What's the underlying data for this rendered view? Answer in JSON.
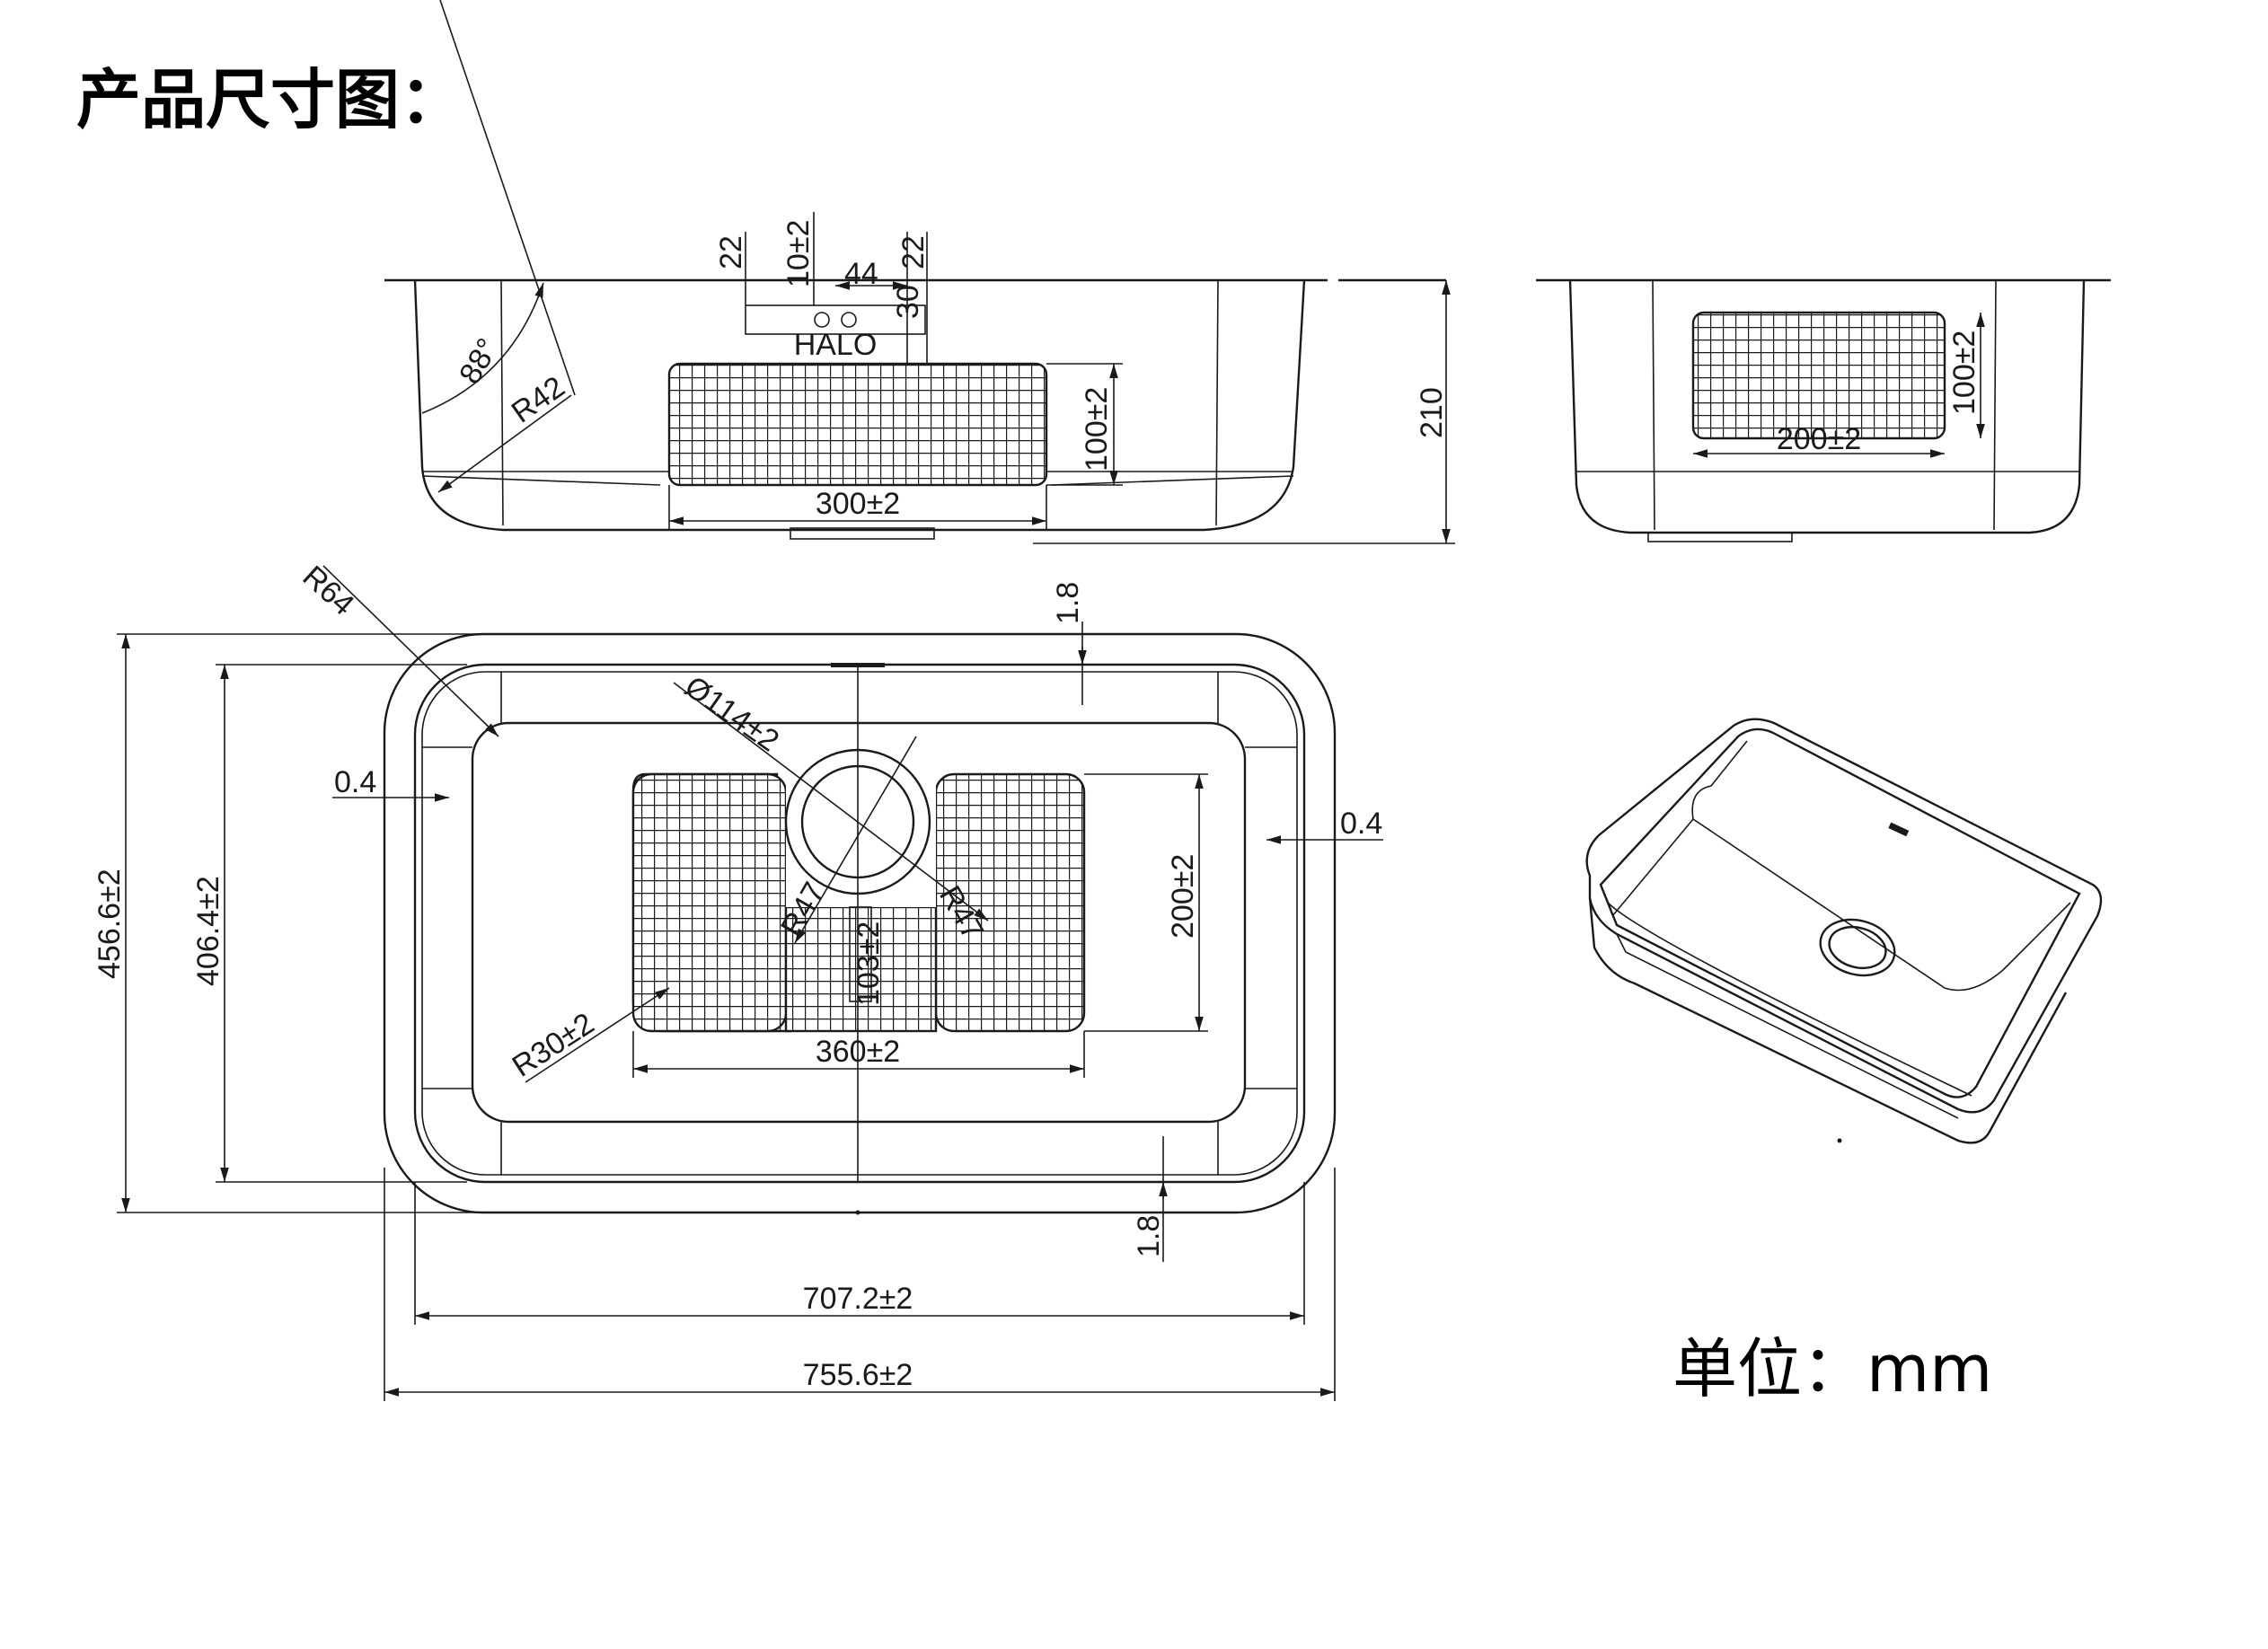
{
  "title": "产品尺寸图：",
  "unit": "单位：mm",
  "colors": {
    "line": "#1a1a1a",
    "background": "#ffffff"
  },
  "front_view": {
    "dims": {
      "height": "210",
      "angle": "88°",
      "corner_radius": "R42",
      "grid_width": "300±2",
      "grid_height": "100±2",
      "faucet_a": "22",
      "faucet_b": "10±2",
      "faucet_c": "44",
      "faucet_d": "22",
      "faucet_e": "30"
    },
    "logo_text": "HALO"
  },
  "side_view": {
    "dims": {
      "grid_width": "200±2",
      "grid_height": "100±2"
    }
  },
  "top_view": {
    "dims": {
      "outer_corner": "R64",
      "drain_diameter": "Ø114±2",
      "drain_r_left": "R47",
      "drain_r_right": "R47",
      "gap_left": "0.4",
      "gap_right": "0.4",
      "rim_top": "1.8",
      "rim_bottom": "1.8",
      "outer_height": "456.6±2",
      "inner_height": "406.4±2",
      "grid_height": "200±2",
      "grid_width": "360±2",
      "grid_radius": "R30±2",
      "slot_height": "103±2",
      "inner_width": "707.2±2",
      "outer_width": "755.6±2"
    }
  }
}
